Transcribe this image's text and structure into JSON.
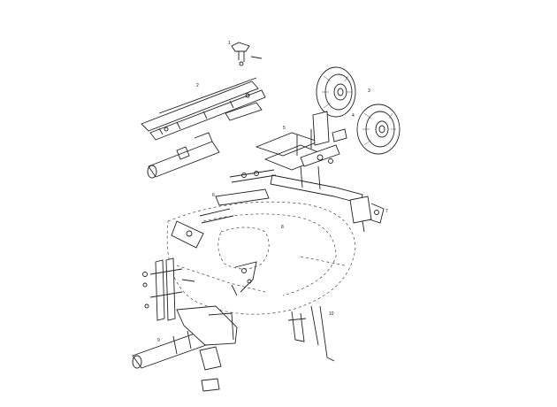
{
  "diagram": {
    "callouts": [
      {
        "id": "c-top",
        "text": "1"
      },
      {
        "id": "c-beam",
        "text": "2"
      },
      {
        "id": "c-wheel1",
        "text": "3"
      },
      {
        "id": "c-wheel2",
        "text": "4"
      },
      {
        "id": "c-axle",
        "text": "5"
      },
      {
        "id": "c-arm",
        "text": "6"
      },
      {
        "id": "c-bracket",
        "text": "7"
      },
      {
        "id": "c-deck",
        "text": "8"
      },
      {
        "id": "c-lower",
        "text": "9"
      },
      {
        "id": "c-chute",
        "text": "10"
      }
    ]
  }
}
